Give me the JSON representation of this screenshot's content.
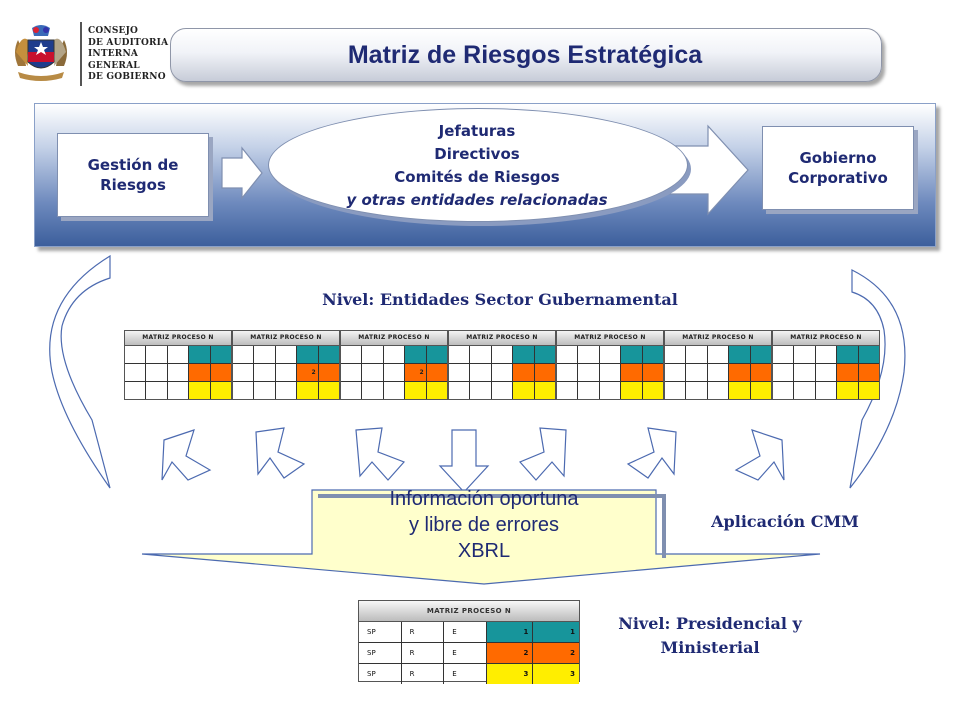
{
  "header": {
    "org_lines": [
      "CONSEJO",
      "DE AUDITORIA",
      "INTERNA",
      "GENERAL",
      "DE GOBIERNO"
    ],
    "title": "Matriz de Riesgos Estratégica"
  },
  "band": {
    "left_box": [
      "Gestión de",
      "Riesgos"
    ],
    "center_lines": [
      "Jefaturas",
      "Directivos",
      "Comités de Riesgos",
      "y otras entidades relacionadas"
    ],
    "right_box": [
      "Gobierno",
      "Corporativo"
    ]
  },
  "level_entities": "Nivel: Entidades Sector  Gubernamental",
  "mini_matrix": {
    "header": "MATRIZ PROCESO N",
    "count": 7,
    "value_tables": {
      "2": "2",
      "3": "2"
    }
  },
  "info_box": [
    "Información oportuna",
    "y libre de errores",
    "XBRL"
  ],
  "cmm_label": "Aplicación CMM",
  "big_matrix": {
    "header": "MATRIZ PROCESO N",
    "rows": [
      [
        "SP",
        "R",
        "E",
        "1",
        "1"
      ],
      [
        "SP",
        "R",
        "E",
        "2",
        "2"
      ],
      [
        "SP",
        "R",
        "E",
        "3",
        "3"
      ]
    ]
  },
  "level_presidential": [
    "Nivel: Presidencial y",
    "Ministerial"
  ],
  "colors": {
    "title_text": "#1f2a73",
    "teal": "#17959b",
    "orange": "#ff6a00",
    "yellow": "#ffee00",
    "band_dark": "#3c5f9c",
    "info_fill": "#ffffcc"
  }
}
